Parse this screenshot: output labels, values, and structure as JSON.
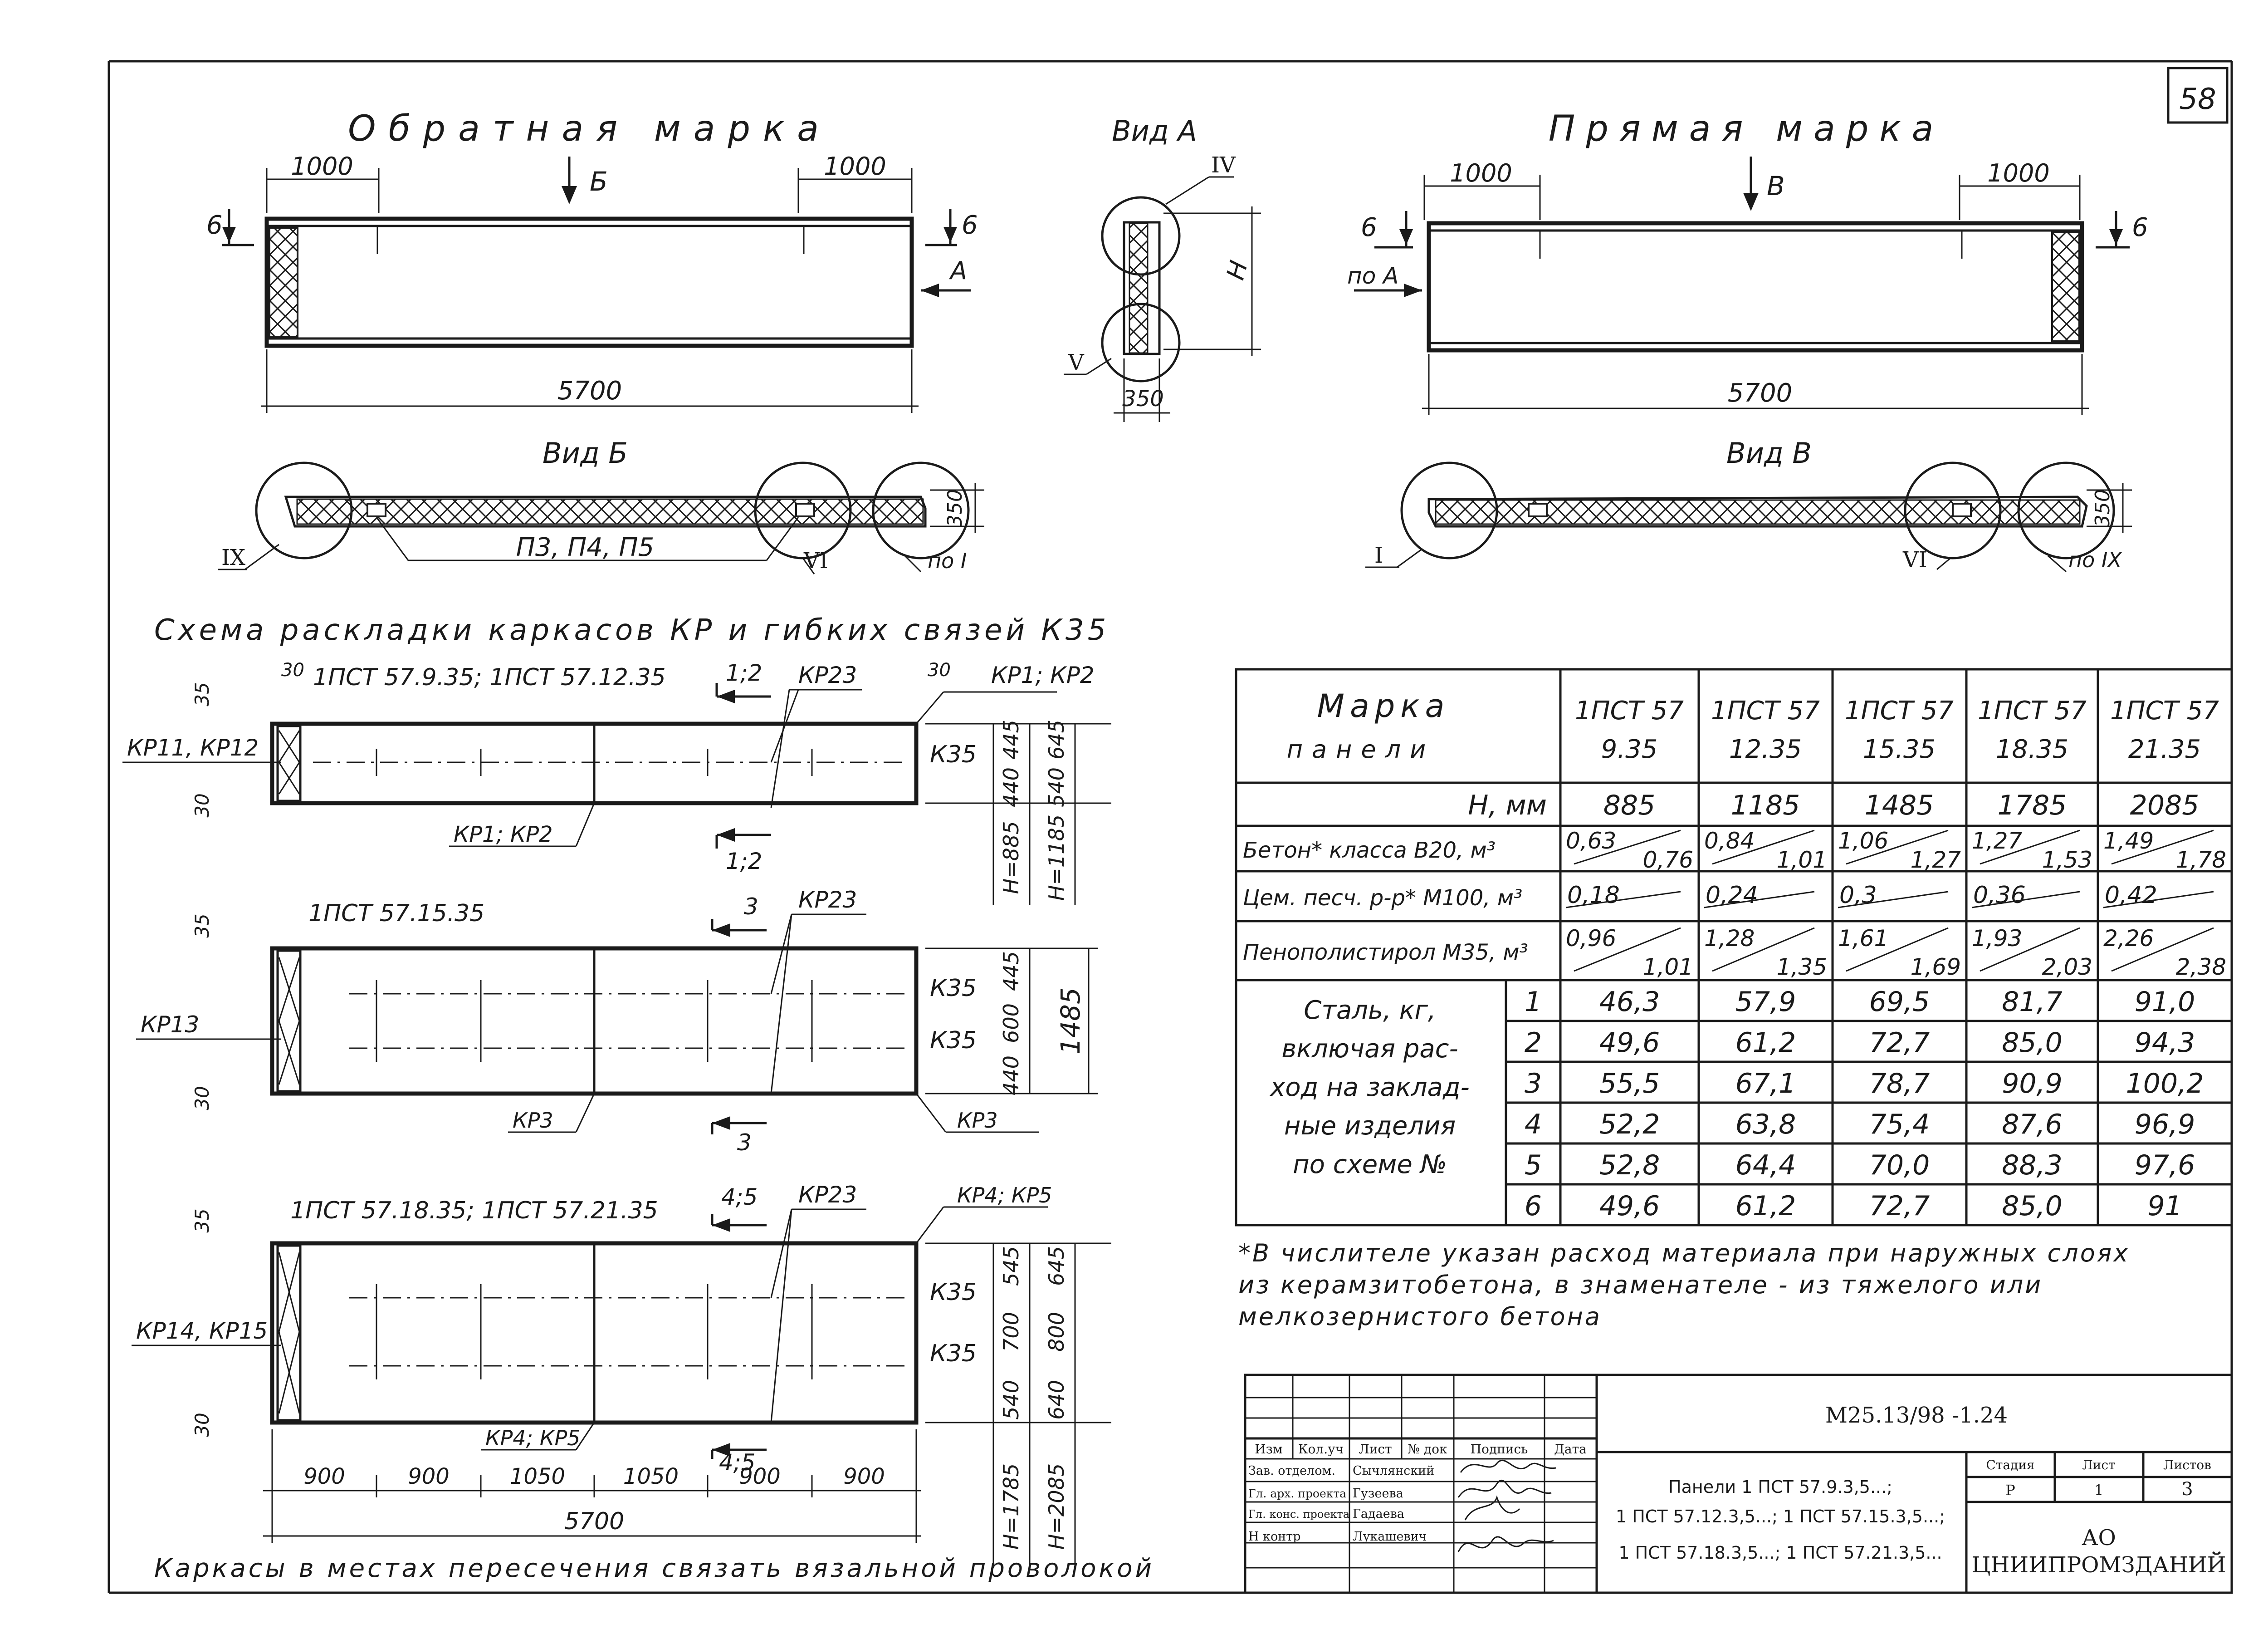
{
  "sheet_number": "58",
  "views": {
    "reverse": {
      "title": "Обратная марка",
      "dim_left": "1000",
      "dim_right": "1000",
      "overall": "5700",
      "arrow_view": "Б",
      "section_left": "6",
      "section_right": "6",
      "arrow_side": "А"
    },
    "direct": {
      "title": "Прямая марка",
      "dim_left": "1000",
      "dim_right": "1000",
      "overall": "5700",
      "arrow_view": "В",
      "section_left": "6",
      "section_right": "6",
      "arrow_side": "по А"
    },
    "view_a": {
      "title": "Вид А",
      "callout_top": "IV",
      "callout_bottom": "V",
      "height_label": "Н",
      "width": "350"
    },
    "view_b": {
      "title": "Вид Б",
      "callout_left": "IX",
      "callout_mid": "VI",
      "callout_right": "по I",
      "inserts": "П3, П4, П5",
      "thickness": "350"
    },
    "view_v": {
      "title": "Вид В",
      "callout_left": "I",
      "callout_mid": "VI",
      "callout_right": "по IX",
      "thickness": "350"
    }
  },
  "scheme": {
    "title": "Схема раскладки каркасов КР и гибких связей К35",
    "d1": {
      "label": "1ПСТ 57.9.35; 1ПСТ 57.12.35",
      "kp_left": "КР11, КР12",
      "kp_right": "КР1; КР2",
      "kp_top": "КР23",
      "kp_bottom": "КР1; КР2",
      "section": "1;2",
      "k35": "К35",
      "dim_30_l": "30",
      "dim_30_r": "30",
      "dim_35": "35",
      "dim_30_b": "30",
      "right_a1": "445",
      "right_a2": "440",
      "right_b1": "645",
      "right_b2": "540",
      "h_a": "Н=885",
      "h_b": "Н=1185"
    },
    "d2": {
      "label": "1ПСТ 57.15.35",
      "kp_left": "КР13",
      "kp_top": "КР23",
      "kp_bottom_l": "КР3",
      "kp_bottom_r": "КР3",
      "section": "3",
      "k35_1": "К35",
      "k35_2": "К35",
      "dim_35": "35",
      "dim_30_b": "30",
      "right_1": "445",
      "right_2": "600",
      "right_3": "440",
      "overall": "1485"
    },
    "d3": {
      "label": "1ПСТ 57.18.35; 1ПСТ 57.21.35",
      "kp_left": "КР14, КР15",
      "kp_top": "КР23",
      "kp_right": "КР4; КР5",
      "kp_bottom": "КР4; КР5",
      "section": "4;5",
      "k35_1": "К35",
      "k35_2": "К35",
      "dim_35": "35",
      "dim_30_b": "30",
      "right_a1": "545",
      "right_a2": "700",
      "right_a3": "540",
      "right_b1": "645",
      "right_b2": "800",
      "right_b3": "640",
      "h_a": "Н=1785",
      "h_b": "Н=2085",
      "bottom_dims": [
        "900",
        "900",
        "1050",
        "1050",
        "900",
        "900"
      ],
      "overall": "5700"
    },
    "note": "Каркасы в местах пересечения связать вязальной проволокой"
  },
  "table": {
    "header_marka": "Марка",
    "header_panel": "панели",
    "panels": [
      {
        "top": "1ПСТ 57",
        "bottom": "9.35"
      },
      {
        "top": "1ПСТ 57",
        "bottom": "12.35"
      },
      {
        "top": "1ПСТ 57",
        "bottom": "15.35"
      },
      {
        "top": "1ПСТ 57",
        "bottom": "18.35"
      },
      {
        "top": "1ПСТ 57",
        "bottom": "21.35"
      }
    ],
    "row_h": {
      "label": "Н, мм",
      "values": [
        "885",
        "1185",
        "1485",
        "1785",
        "2085"
      ]
    },
    "row_beton": {
      "label": "Бетон* класса В20, м³",
      "values": [
        [
          "0,63",
          "0,76"
        ],
        [
          "0,84",
          "1,01"
        ],
        [
          "1,06",
          "1,27"
        ],
        [
          "1,27",
          "1,53"
        ],
        [
          "1,49",
          "1,78"
        ]
      ]
    },
    "row_cement": {
      "label": "Цем. песч. р-р* М100, м³",
      "values": [
        "0,18",
        "0,24",
        "0,3",
        "0,36",
        "0,42"
      ]
    },
    "row_foam": {
      "label": "Пенополистирол М35, м³",
      "values": [
        [
          "0,96",
          "1,01"
        ],
        [
          "1,28",
          "1,35"
        ],
        [
          "1,61",
          "1,69"
        ],
        [
          "1,93",
          "2,03"
        ],
        [
          "2,26",
          "2,38"
        ]
      ]
    },
    "steel_label": [
      "Сталь, кг,",
      "включая рас-",
      "ход на заклад-",
      "ные изделия",
      "по схеме №"
    ],
    "steel_rows": [
      {
        "n": "1",
        "values": [
          "46,3",
          "57,9",
          "69,5",
          "81,7",
          "91,0"
        ]
      },
      {
        "n": "2",
        "values": [
          "49,6",
          "61,2",
          "72,7",
          "85,0",
          "94,3"
        ]
      },
      {
        "n": "3",
        "values": [
          "55,5",
          "67,1",
          "78,7",
          "90,9",
          "100,2"
        ]
      },
      {
        "n": "4",
        "values": [
          "52,2",
          "63,8",
          "75,4",
          "87,6",
          "96,9"
        ]
      },
      {
        "n": "5",
        "values": [
          "52,8",
          "64,4",
          "70,0",
          "88,3",
          "97,6"
        ]
      },
      {
        "n": "6",
        "values": [
          "49,6",
          "61,2",
          "72,7",
          "85,0",
          "91"
        ]
      }
    ],
    "footnote": [
      "*В числителе указан расход материала при наружных слоях",
      "из керамзитобетона, в знаменателе - из тяжелого или",
      "мелкозернистого бетона"
    ]
  },
  "title_block": {
    "doc_code": "М25.13/98 -1.24",
    "col_headers": [
      "Изм",
      "Кол.уч",
      "Лист",
      "№ док",
      "Подпись",
      "Дата"
    ],
    "roles": [
      {
        "role": "Зав. отделом.",
        "name": "Сычлянский"
      },
      {
        "role": "Гл. арх. проекта",
        "name": "Гузеева"
      },
      {
        "role": "Гл. конс. проекта",
        "name": "Гадаева"
      },
      {
        "role": "Н контр",
        "name": "Лукашевич"
      }
    ],
    "description": [
      "Панели 1 ПСТ 57.9.3,5...;",
      "1 ПСТ 57.12.3,5...; 1 ПСТ 57.15.3,5...;",
      "1 ПСТ 57.18.3,5...; 1 ПСТ 57.21.3,5..."
    ],
    "stage_header": "Стадия",
    "sheet_header": "Лист",
    "sheets_header": "Листов",
    "stage": "Р",
    "sheet": "1",
    "sheets": "3",
    "org_line1": "АО",
    "org_line2": "ЦНИИПРОМЗДАНИЙ"
  }
}
